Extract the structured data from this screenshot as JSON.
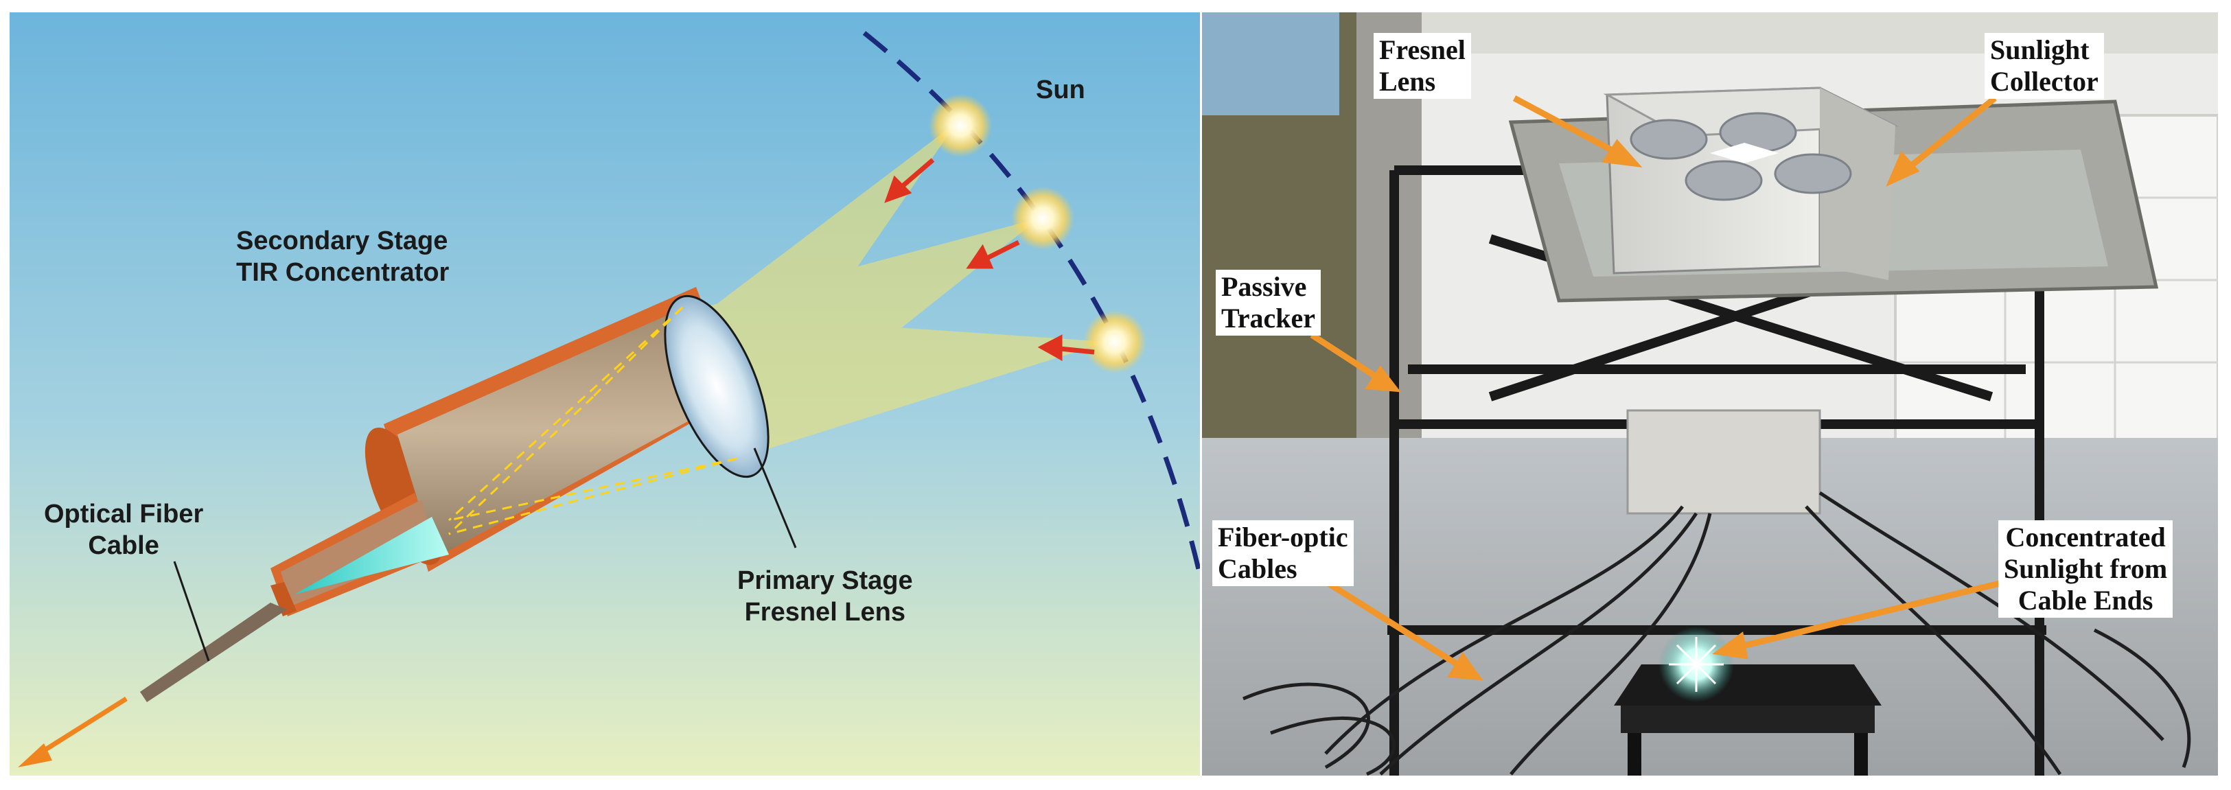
{
  "diagram": {
    "labels": {
      "sun": "Sun",
      "secondary_line1": "Secondary Stage",
      "secondary_line2": "TIR Concentrator",
      "optical_line1": "Optical Fiber",
      "optical_line2": "Cable",
      "primary_line1": "Primary Stage",
      "primary_line2": "Fresnel Lens"
    },
    "colors": {
      "sky_top": "#6fb7dc",
      "sky_bottom": "#e6eec0",
      "orbit": "#1b2a7a",
      "housing": "#d9692d",
      "light_beam": "#f7e46a",
      "arrow": "#e0331f",
      "cone": "#5fe3d8"
    }
  },
  "photo": {
    "labels": {
      "fresnel_line1": "Fresnel",
      "fresnel_line2": "Lens",
      "collector_line1": "Sunlight",
      "collector_line2": "Collector",
      "tracker_line1": "Passive",
      "tracker_line2": "Tracker",
      "cables_line1": "Fiber-optic",
      "cables_line2": "Cables",
      "concentrated_line1": "Concentrated",
      "concentrated_line2": "Sunlight from",
      "concentrated_line3": "Cable Ends"
    },
    "colors": {
      "pointer": "#f0962a"
    }
  }
}
